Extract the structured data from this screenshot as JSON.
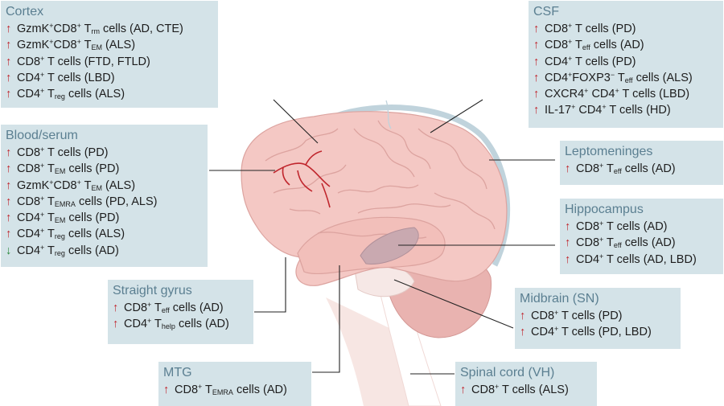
{
  "colors": {
    "panel": "#d4e3e8",
    "title": "#5b7f91",
    "up": "#c0262d",
    "down": "#2e8b3f",
    "brain": "#f4c8c4"
  },
  "icons": {
    "up": "up-arrow-icon",
    "down": "down-arrow-icon"
  },
  "panels": {
    "cortex": {
      "title": "Cortex",
      "rows": [
        {
          "arrow": "up",
          "s": [
            [
              "GzmK"
            ],
            [
              "+",
              "sup"
            ],
            [
              "CD8"
            ],
            [
              "+",
              "sup"
            ],
            [
              " T"
            ],
            [
              "rm",
              "sub"
            ],
            [
              " cells (AD, CTE)"
            ]
          ]
        },
        {
          "arrow": "up",
          "s": [
            [
              "GzmK"
            ],
            [
              "+",
              "sup"
            ],
            [
              "CD8"
            ],
            [
              "+",
              "sup"
            ],
            [
              " T"
            ],
            [
              "EM",
              "sub"
            ],
            [
              " (ALS)"
            ]
          ]
        },
        {
          "arrow": "up",
          "s": [
            [
              "CD8"
            ],
            [
              "+",
              "sup"
            ],
            [
              " T cells (FTD, FTLD)"
            ]
          ]
        },
        {
          "arrow": "up",
          "s": [
            [
              "CD4"
            ],
            [
              "+",
              "sup"
            ],
            [
              " T cells (LBD)"
            ]
          ]
        },
        {
          "arrow": "up",
          "s": [
            [
              "CD4"
            ],
            [
              "+",
              "sup"
            ],
            [
              " T"
            ],
            [
              "reg",
              "sub"
            ],
            [
              " cells (ALS)"
            ]
          ]
        }
      ]
    },
    "blood": {
      "title": "Blood/serum",
      "rows": [
        {
          "arrow": "up",
          "s": [
            [
              "CD8"
            ],
            [
              "+",
              "sup"
            ],
            [
              " T cells (PD)"
            ]
          ]
        },
        {
          "arrow": "up",
          "s": [
            [
              "CD8"
            ],
            [
              "+",
              "sup"
            ],
            [
              " T"
            ],
            [
              "EM",
              "sub"
            ],
            [
              " cells (PD)"
            ]
          ]
        },
        {
          "arrow": "up",
          "s": [
            [
              "GzmK"
            ],
            [
              "+",
              "sup"
            ],
            [
              "CD8"
            ],
            [
              "+",
              "sup"
            ],
            [
              " T"
            ],
            [
              "EM",
              "sub"
            ],
            [
              " (ALS)"
            ]
          ]
        },
        {
          "arrow": "up",
          "s": [
            [
              "CD8"
            ],
            [
              "+",
              "sup"
            ],
            [
              " T"
            ],
            [
              "EMRA",
              "sub"
            ],
            [
              " cells (PD, ALS)"
            ]
          ]
        },
        {
          "arrow": "up",
          "s": [
            [
              "CD4"
            ],
            [
              "+",
              "sup"
            ],
            [
              " T"
            ],
            [
              "EM",
              "sub"
            ],
            [
              " cells (PD)"
            ]
          ]
        },
        {
          "arrow": "up",
          "s": [
            [
              "CD4"
            ],
            [
              "+",
              "sup"
            ],
            [
              " T"
            ],
            [
              "reg",
              "sub"
            ],
            [
              " cells (ALS)"
            ]
          ]
        },
        {
          "arrow": "down",
          "s": [
            [
              "CD4"
            ],
            [
              "+",
              "sup"
            ],
            [
              " T"
            ],
            [
              "reg",
              "sub"
            ],
            [
              " cells (AD)"
            ]
          ]
        }
      ]
    },
    "straight": {
      "title": "Straight gyrus",
      "rows": [
        {
          "arrow": "up",
          "s": [
            [
              "CD8"
            ],
            [
              "+",
              "sup"
            ],
            [
              " T"
            ],
            [
              "eff",
              "sub"
            ],
            [
              " cells (AD)"
            ]
          ]
        },
        {
          "arrow": "up",
          "s": [
            [
              "CD4"
            ],
            [
              "+",
              "sup"
            ],
            [
              " T"
            ],
            [
              "help",
              "sub"
            ],
            [
              " cells (AD)"
            ]
          ]
        }
      ]
    },
    "mtg": {
      "title": "MTG",
      "rows": [
        {
          "arrow": "up",
          "s": [
            [
              "CD8"
            ],
            [
              "+",
              "sup"
            ],
            [
              " T"
            ],
            [
              "EMRA",
              "sub"
            ],
            [
              " cells (AD)"
            ]
          ]
        }
      ]
    },
    "csf": {
      "title": "CSF",
      "rows": [
        {
          "arrow": "up",
          "s": [
            [
              "CD8"
            ],
            [
              "+",
              "sup"
            ],
            [
              " T cells (PD)"
            ]
          ]
        },
        {
          "arrow": "up",
          "s": [
            [
              "CD8"
            ],
            [
              "+",
              "sup"
            ],
            [
              " T"
            ],
            [
              "eff",
              "sub"
            ],
            [
              " cells (AD)"
            ]
          ]
        },
        {
          "arrow": "up",
          "s": [
            [
              "CD4"
            ],
            [
              "+",
              "sup"
            ],
            [
              " T cells (PD)"
            ]
          ]
        },
        {
          "arrow": "up",
          "s": [
            [
              "CD4"
            ],
            [
              "+",
              "sup"
            ],
            [
              "FOXP3"
            ],
            [
              "−",
              "sup"
            ],
            [
              " T"
            ],
            [
              "eff",
              "sub"
            ],
            [
              " cells (ALS)"
            ]
          ]
        },
        {
          "arrow": "up",
          "s": [
            [
              "CXCR4"
            ],
            [
              "+",
              "sup"
            ],
            [
              " CD4"
            ],
            [
              "+",
              "sup"
            ],
            [
              " T cells (LBD)"
            ]
          ]
        },
        {
          "arrow": "up",
          "s": [
            [
              "IL-17"
            ],
            [
              "+",
              "sup"
            ],
            [
              " CD4"
            ],
            [
              "+",
              "sup"
            ],
            [
              " T cells (HD)"
            ]
          ]
        }
      ]
    },
    "lepto": {
      "title": "Leptomeninges",
      "rows": [
        {
          "arrow": "up",
          "s": [
            [
              "CD8"
            ],
            [
              "+",
              "sup"
            ],
            [
              " T"
            ],
            [
              "eff",
              "sub"
            ],
            [
              " cells (AD)"
            ]
          ]
        }
      ]
    },
    "hippo": {
      "title": "Hippocampus",
      "rows": [
        {
          "arrow": "up",
          "s": [
            [
              "CD8"
            ],
            [
              "+",
              "sup"
            ],
            [
              " T cells (AD)"
            ]
          ]
        },
        {
          "arrow": "up",
          "s": [
            [
              "CD8"
            ],
            [
              "+",
              "sup"
            ],
            [
              " T"
            ],
            [
              "eff",
              "sub"
            ],
            [
              " cells (AD)"
            ]
          ]
        },
        {
          "arrow": "up",
          "s": [
            [
              "CD4"
            ],
            [
              "+",
              "sup"
            ],
            [
              " T cells (AD, LBD)"
            ]
          ]
        }
      ]
    },
    "midbrain": {
      "title": "Midbrain (SN)",
      "rows": [
        {
          "arrow": "up",
          "s": [
            [
              "CD8"
            ],
            [
              "+",
              "sup"
            ],
            [
              " T cells (PD)"
            ]
          ]
        },
        {
          "arrow": "up",
          "s": [
            [
              "CD4"
            ],
            [
              "+",
              "sup"
            ],
            [
              " T cells (PD, LBD)"
            ]
          ]
        }
      ]
    },
    "spinal": {
      "title": "Spinal cord (VH)",
      "rows": [
        {
          "arrow": "up",
          "s": [
            [
              "CD8"
            ],
            [
              "+",
              "sup"
            ],
            [
              " T cells (ALS)"
            ]
          ]
        }
      ]
    }
  }
}
